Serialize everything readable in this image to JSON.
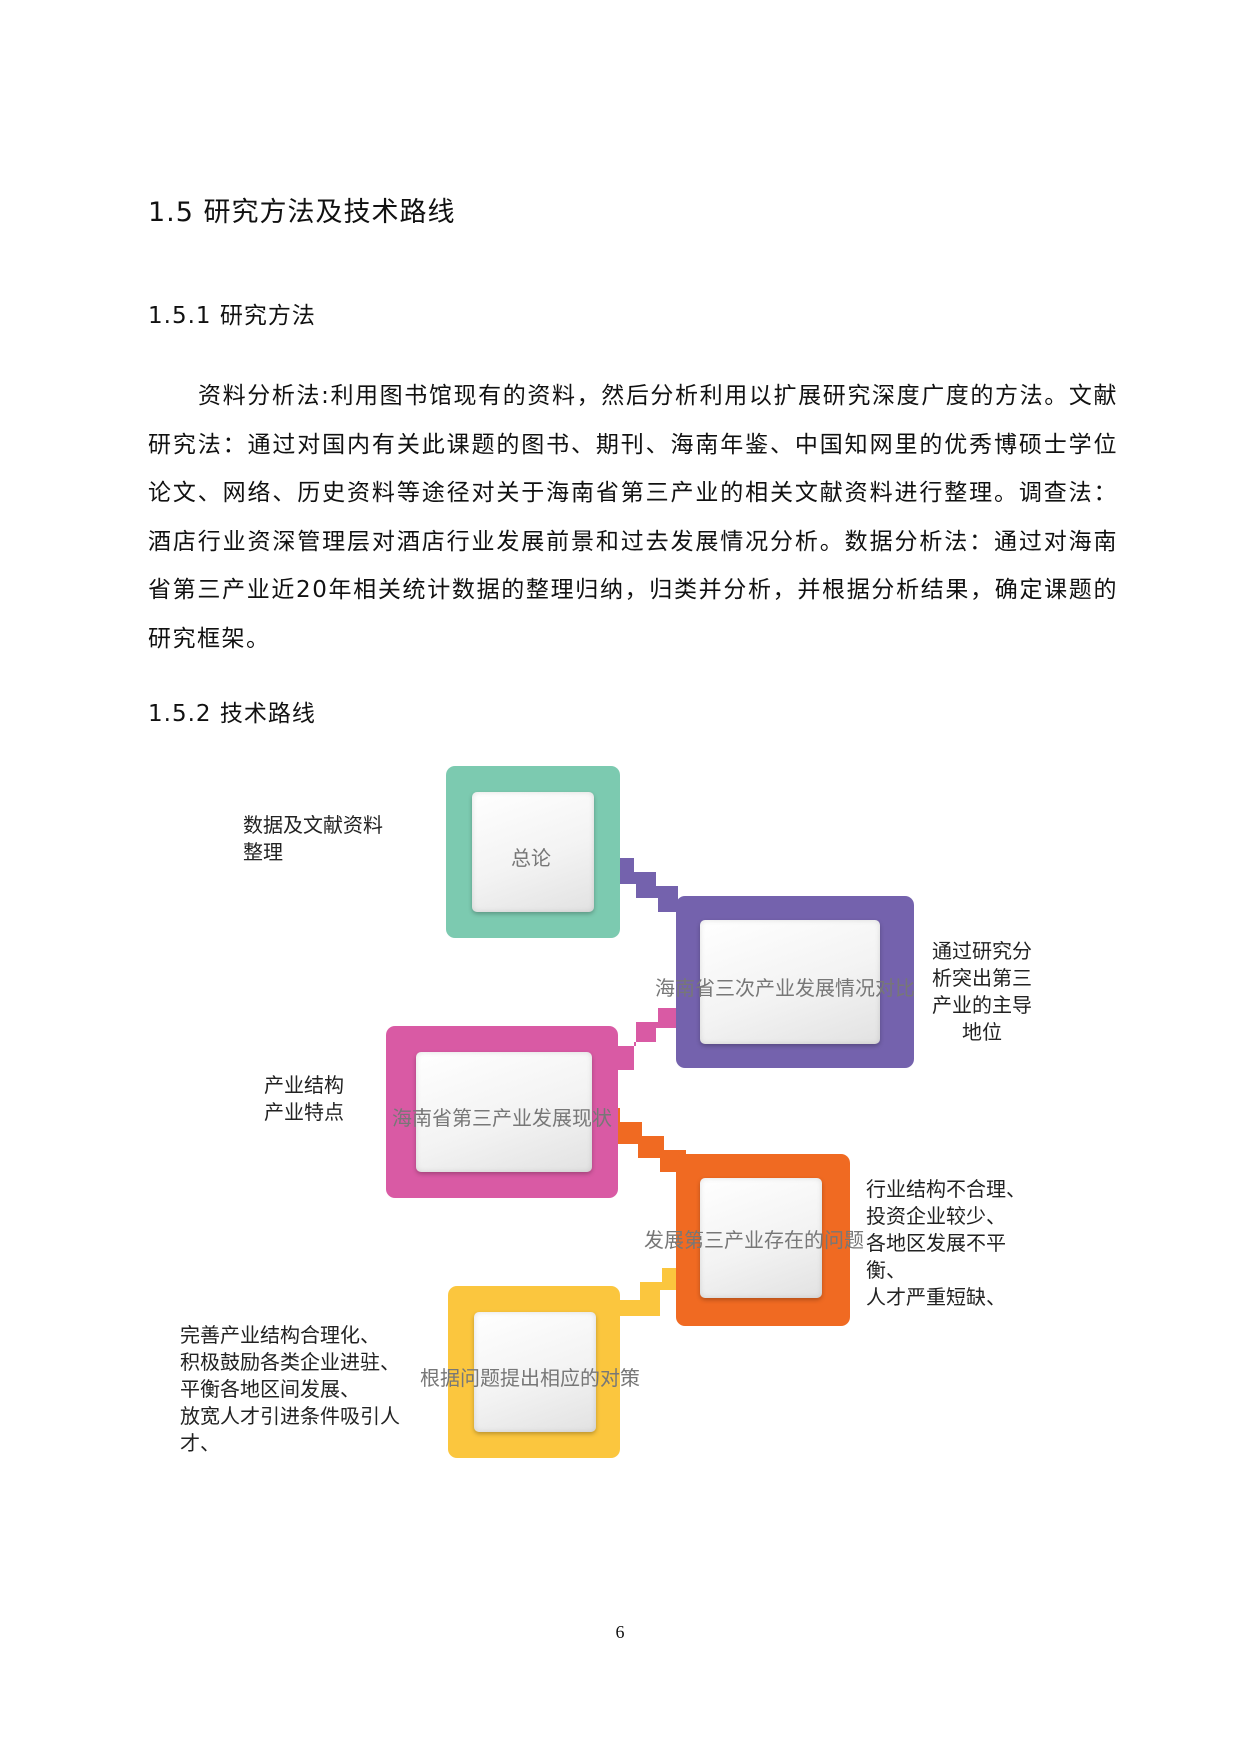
{
  "section_heading": "1.5 研究方法及技术路线",
  "subsection_methods": "1.5.1 研究方法",
  "methods_paragraph": "资料分析法:利用图书馆现有的资料，然后分析利用以扩展研究深度广度的方法。文献研究法：通过对国内有关此课题的图书、期刊、海南年鉴、中国知网里的优秀博硕士学位论文、网络、历史资料等途径对关于海南省第三产业的相关文献资料进行整理。调查法：酒店行业资深管理层对酒店行业发展前景和过去发展情况分析。数据分析法：通过对海南省第三产业近20年相关统计数据的整理归纳，归类并分析，并根据分析结果，确定课题的研究框架。",
  "subsection_route": "1.5.2 技术路线",
  "diagram": {
    "steps": [
      {
        "label": "总论",
        "color": "#7ccab0",
        "note": [
          "数据及文献资料",
          "整理"
        ]
      },
      {
        "label": "海南省三次产业发展情况对比",
        "color": "#7462ad",
        "note": [
          "通过研究分",
          "析突出第三",
          "产业的主导",
          "地位"
        ]
      },
      {
        "label": "海南省第三产业发展现状",
        "color": "#d95aa4",
        "note": [
          "产业结构",
          "产业特点"
        ]
      },
      {
        "label": "发展第三产业存在的问题",
        "color": "#f06a22",
        "note": [
          "行业结构不合理、",
          "投资企业较少、",
          "各地区发展不平",
          "衡、",
          "人才严重短缺、"
        ]
      },
      {
        "label": "根据问题提出相应的对策",
        "color": "#fbc63e",
        "note": [
          "完善产业结构合理化、",
          "积极鼓励各类企业进驻、",
          "平衡各地区间发展、",
          "放宽人才引进条件吸引人",
          "才、"
        ]
      }
    ]
  },
  "page_number": "6"
}
